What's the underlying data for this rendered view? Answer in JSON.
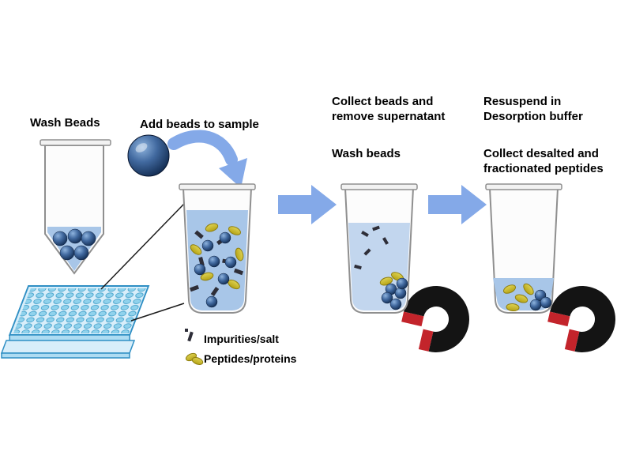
{
  "steps": {
    "step1_label": "Wash Beads",
    "step2_label": "Add beads to sample",
    "step3_label_line1": "Collect beads and remove supernatant",
    "step3_label_line2": "Wash beads",
    "step4_label_line1": "Resuspend in Desorption buffer",
    "step4_label_line2": "Collect desalted and fractionated peptides"
  },
  "legend": {
    "impurities_label": "Impurities/salt",
    "peptides_label": "Peptides/proteins"
  },
  "colors": {
    "arrow_blue": "#84a9e8",
    "liquid_blue": "#a8c6e8",
    "liquid_light": "#c2d6ee",
    "peptide_yellow": "#c9b71f",
    "impurity_dark": "#2e2e38",
    "magnet_black": "#141414",
    "magnet_red": "#c3242b",
    "plate_face": "#d8eefa",
    "plate_well": "#90d2ec",
    "tube_outline": "#8f8f8f",
    "text": "#000000"
  }
}
